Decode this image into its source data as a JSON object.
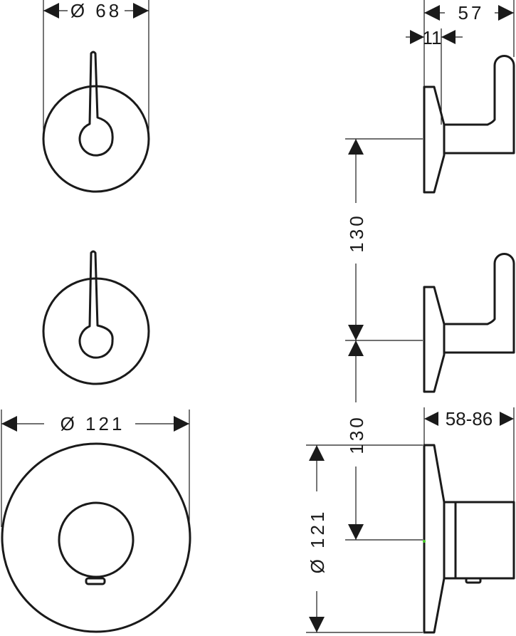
{
  "dimensions": {
    "top_diameter": "Ø 68",
    "total_depth": "57",
    "plate_depth": "11",
    "spacing_upper": "130",
    "spacing_lower": "130",
    "bottom_diameter": "Ø 121",
    "thermostat_depth": "58-86",
    "side_diameter": "Ø 121"
  },
  "colors": {
    "line": "#1a1a1a",
    "marker": "#44cc22"
  }
}
